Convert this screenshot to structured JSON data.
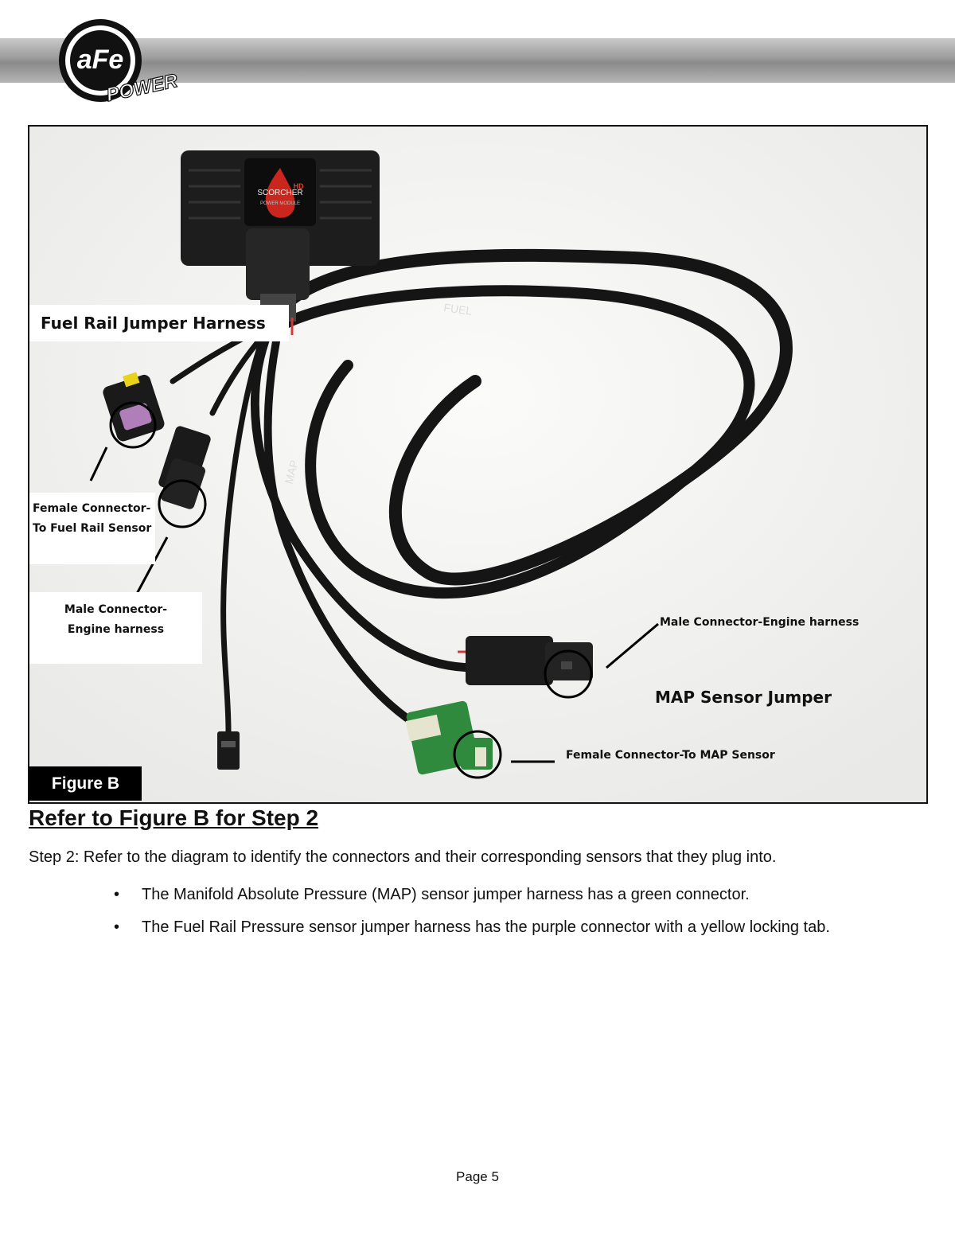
{
  "header": {
    "logo_text": "aFe",
    "logo_subtext": "POWER"
  },
  "figure": {
    "label": "Figure B",
    "module_brand": "SCORCHER",
    "module_model": "HD",
    "module_caption": "POWER MODULE",
    "sleeve_labels": [
      "FUEL",
      "MAP"
    ],
    "callouts": {
      "fuel_rail_title": "Fuel Rail Jumper Harness",
      "female_fuel_line1": "Female Connector-",
      "female_fuel_line2": "To Fuel Rail Sensor",
      "male_engine_line1": "Male Connector-",
      "male_engine_line2": "Engine harness",
      "male_engine_right": "Male Connector-Engine harness",
      "map_title": "MAP Sensor Jumper",
      "female_map": "Female Connector-To MAP Sensor"
    }
  },
  "content": {
    "heading": "Refer to Figure B for Step 2",
    "step_text": "Step 2: Refer to the diagram to identify the connectors and their corresponding sensors that they plug into.",
    "bullets": [
      "The Manifold Absolute Pressure (MAP) sensor jumper harness has a green connector.",
      "The Fuel Rail Pressure sensor jumper harness has the purple connector with a yellow locking tab."
    ]
  },
  "footer": {
    "page": "Page 5"
  },
  "colors": {
    "header_bar": "#9b9b9b",
    "map_connector": "#2f8a3e",
    "fuel_rail_connector": "#7a3a8a",
    "locking_tab": "#e8d21a",
    "callout_circle": "#000000"
  }
}
